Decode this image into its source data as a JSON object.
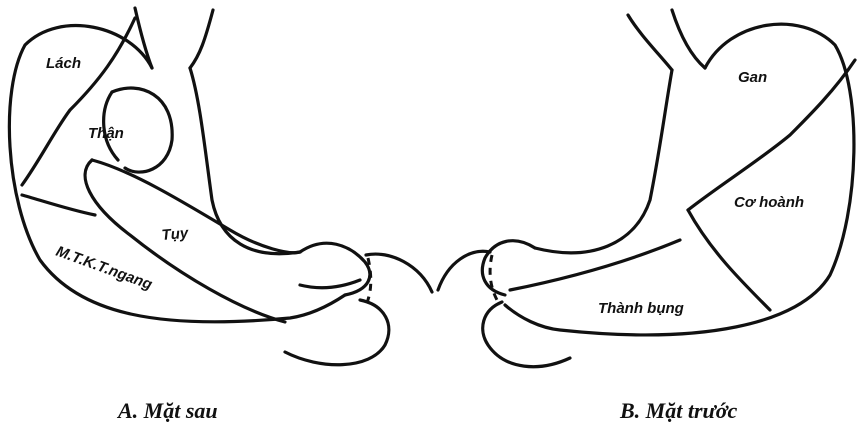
{
  "panel_a": {
    "caption": "A. Mặt sau",
    "labels": {
      "lach": "Lách",
      "than": "Thận",
      "tuy": "Tụy",
      "mtkt": "M.T.K.T.ngang"
    }
  },
  "panel_b": {
    "caption": "B. Mặt trước",
    "labels": {
      "gan": "Gan",
      "co_hoanh": "Cơ hoành",
      "thanh_bung": "Thành bụng"
    }
  }
}
